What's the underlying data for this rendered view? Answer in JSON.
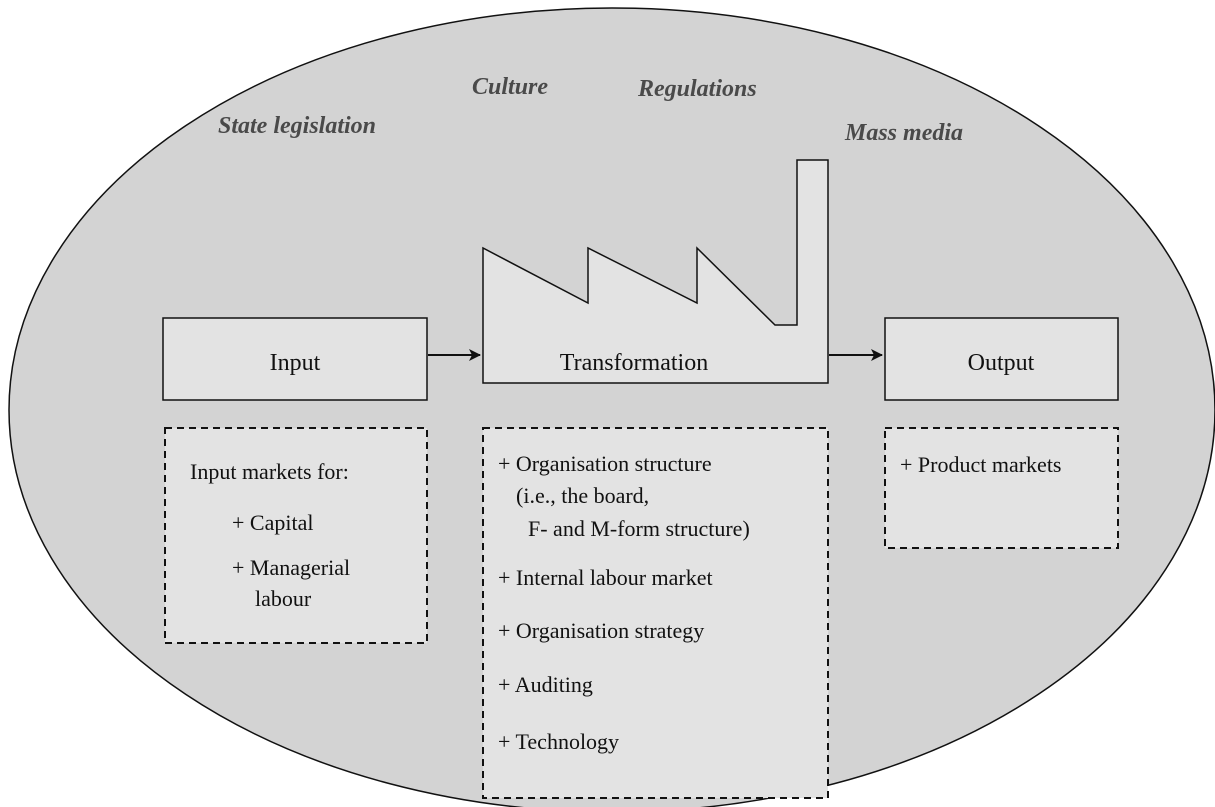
{
  "colors": {
    "ellipse_fill": "#d3d3d3",
    "box_fill": "#e3e3e3",
    "stroke": "#111111",
    "environment_text": "#4a4a4a"
  },
  "environment": {
    "state_legislation": "State legislation",
    "culture": "Culture",
    "regulations": "Regulations",
    "mass_media": "Mass media"
  },
  "process": {
    "input": "Input",
    "transformation": "Transformation",
    "output": "Output"
  },
  "input_markets": {
    "heading": "Input markets for:",
    "capital": "+ Capital",
    "managerial_1": "+ Managerial",
    "managerial_2": "labour"
  },
  "transformation_items": {
    "org_structure": "+ Organisation structure",
    "org_structure_detail_1": "(i.e., the board,",
    "org_structure_detail_2": "F- and M-form structure)",
    "internal_labour": "+ Internal labour market",
    "org_strategy": "+ Organisation strategy",
    "auditing": "+ Auditing",
    "technology": "+ Technology"
  },
  "output_markets": {
    "product_markets": "+ Product markets"
  },
  "icons": {
    "factory": "factory-icon",
    "arrow": "arrow-right-icon"
  }
}
